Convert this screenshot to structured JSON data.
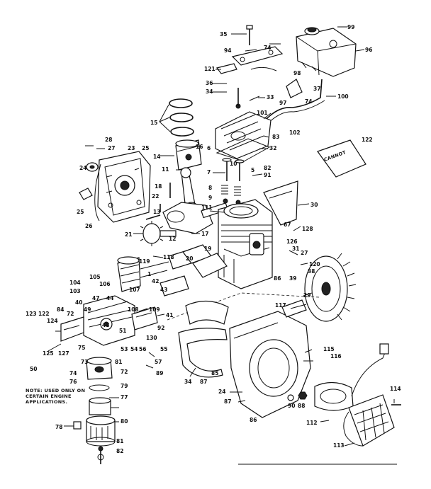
{
  "note": {
    "lines": [
      "NOTE: USED ONLY ON",
      "CERTAIN ENGINE",
      "APPLICATIONS."
    ]
  },
  "sticker_text": "CANNOT",
  "callouts": [
    {
      "id": "c35",
      "text": "35"
    },
    {
      "id": "c99",
      "text": "99"
    },
    {
      "id": "c96",
      "text": "96"
    },
    {
      "id": "c94",
      "text": "94"
    },
    {
      "id": "c74a",
      "text": "74"
    },
    {
      "id": "c121",
      "text": "121"
    },
    {
      "id": "c36",
      "text": "36"
    },
    {
      "id": "c34",
      "text": "34"
    },
    {
      "id": "c98",
      "text": "98"
    },
    {
      "id": "c33",
      "text": "33"
    },
    {
      "id": "c37",
      "text": "37"
    },
    {
      "id": "c97",
      "text": "97"
    },
    {
      "id": "c74b",
      "text": "74"
    },
    {
      "id": "c100",
      "text": "100"
    },
    {
      "id": "c101",
      "text": "101"
    },
    {
      "id": "c15",
      "text": "15"
    },
    {
      "id": "c102",
      "text": "102"
    },
    {
      "id": "c83",
      "text": "83"
    },
    {
      "id": "c32",
      "text": "32"
    },
    {
      "id": "c28",
      "text": "28"
    },
    {
      "id": "c27a",
      "text": "27"
    },
    {
      "id": "c23",
      "text": "23"
    },
    {
      "id": "c25a",
      "text": "25"
    },
    {
      "id": "c16",
      "text": "16"
    },
    {
      "id": "c14",
      "text": "14"
    },
    {
      "id": "c6",
      "text": "6"
    },
    {
      "id": "c10",
      "text": "10"
    },
    {
      "id": "c5",
      "text": "5"
    },
    {
      "id": "c24a",
      "text": "24"
    },
    {
      "id": "c11",
      "text": "11"
    },
    {
      "id": "c7",
      "text": "7"
    },
    {
      "id": "c82",
      "text": "82"
    },
    {
      "id": "c91",
      "text": "91"
    },
    {
      "id": "c122",
      "text": "122"
    },
    {
      "id": "c18",
      "text": "18"
    },
    {
      "id": "c8",
      "text": "8"
    },
    {
      "id": "c25b",
      "text": "25"
    },
    {
      "id": "c22",
      "text": "22"
    },
    {
      "id": "c9",
      "text": "9"
    },
    {
      "id": "c26",
      "text": "26"
    },
    {
      "id": "c13",
      "text": "13"
    },
    {
      "id": "c111",
      "text": "111"
    },
    {
      "id": "c30",
      "text": "30"
    },
    {
      "id": "c12",
      "text": "12"
    },
    {
      "id": "c17",
      "text": "17"
    },
    {
      "id": "c67",
      "text": "67"
    },
    {
      "id": "c128",
      "text": "128"
    },
    {
      "id": "c21",
      "text": "21"
    },
    {
      "id": "c19",
      "text": "19"
    },
    {
      "id": "c126",
      "text": "126"
    },
    {
      "id": "c118",
      "text": "118"
    },
    {
      "id": "c20",
      "text": "20"
    },
    {
      "id": "c31",
      "text": "31"
    },
    {
      "id": "c27b",
      "text": "27"
    },
    {
      "id": "c120",
      "text": "120"
    },
    {
      "id": "c119",
      "text": "119"
    },
    {
      "id": "c38",
      "text": "38"
    },
    {
      "id": "c105",
      "text": "105"
    },
    {
      "id": "c106",
      "text": "106"
    },
    {
      "id": "c1",
      "text": "1"
    },
    {
      "id": "c104",
      "text": "104"
    },
    {
      "id": "c103",
      "text": "103"
    },
    {
      "id": "c40",
      "text": "40"
    },
    {
      "id": "c107",
      "text": "107"
    },
    {
      "id": "c42",
      "text": "42"
    },
    {
      "id": "c43",
      "text": "43"
    },
    {
      "id": "c39",
      "text": "39"
    },
    {
      "id": "c86a",
      "text": "86"
    },
    {
      "id": "c29",
      "text": "29"
    },
    {
      "id": "c117",
      "text": "117"
    },
    {
      "id": "c47",
      "text": "47"
    },
    {
      "id": "c44",
      "text": "44"
    },
    {
      "id": "c49",
      "text": "49"
    },
    {
      "id": "c108",
      "text": "108"
    },
    {
      "id": "c109",
      "text": "109"
    },
    {
      "id": "c41",
      "text": "41"
    },
    {
      "id": "c72a",
      "text": "72"
    },
    {
      "id": "c84",
      "text": "84"
    },
    {
      "id": "c123",
      "text": "123"
    },
    {
      "id": "c122b",
      "text": "122"
    },
    {
      "id": "c124",
      "text": "124"
    },
    {
      "id": "c125",
      "text": "125"
    },
    {
      "id": "c127",
      "text": "127"
    },
    {
      "id": "c48",
      "text": "48"
    },
    {
      "id": "c51",
      "text": "51"
    },
    {
      "id": "c92",
      "text": "92"
    },
    {
      "id": "c130",
      "text": "130"
    },
    {
      "id": "c53",
      "text": "53"
    },
    {
      "id": "c54",
      "text": "54"
    },
    {
      "id": "c56",
      "text": "56"
    },
    {
      "id": "c55",
      "text": "55"
    },
    {
      "id": "c50",
      "text": "50"
    },
    {
      "id": "c75",
      "text": "75"
    },
    {
      "id": "c74c",
      "text": "74"
    },
    {
      "id": "c76",
      "text": "76"
    },
    {
      "id": "c73",
      "text": "73"
    },
    {
      "id": "c81",
      "text": "81"
    },
    {
      "id": "c72b",
      "text": "72"
    },
    {
      "id": "c57",
      "text": "57"
    },
    {
      "id": "c89",
      "text": "89"
    },
    {
      "id": "c34b",
      "text": "34"
    },
    {
      "id": "c87a",
      "text": "87"
    },
    {
      "id": "c85",
      "text": "85"
    },
    {
      "id": "c115",
      "text": "115"
    },
    {
      "id": "c116",
      "text": "116"
    },
    {
      "id": "c79",
      "text": "79"
    },
    {
      "id": "c77",
      "text": "77"
    },
    {
      "id": "c78",
      "text": "78"
    },
    {
      "id": "c80",
      "text": "80"
    },
    {
      "id": "c81b",
      "text": "81"
    },
    {
      "id": "c82b",
      "text": "82"
    },
    {
      "id": "c24b",
      "text": "24"
    },
    {
      "id": "c87b",
      "text": "87"
    },
    {
      "id": "c86b",
      "text": "86"
    },
    {
      "id": "c88",
      "text": "88"
    },
    {
      "id": "c90",
      "text": "90"
    },
    {
      "id": "c112",
      "text": "112"
    },
    {
      "id": "c113",
      "text": "113"
    },
    {
      "id": "c114",
      "text": "114"
    }
  ]
}
